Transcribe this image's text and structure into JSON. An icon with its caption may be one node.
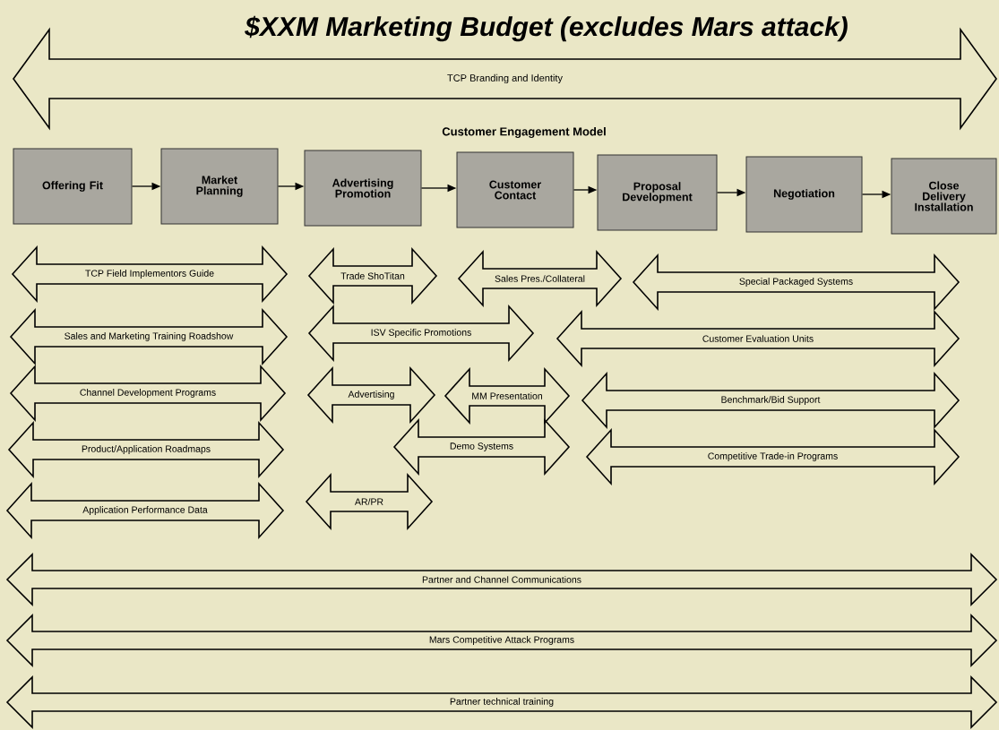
{
  "diagram": {
    "title": "$XXM Marketing Budget (excludes Mars attack)",
    "nodes": [
      {
        "text": [
          "TCP Branding and Identity"
        ]
      },
      {
        "text": [
          "Offering Fit"
        ]
      },
      {
        "text": [
          "Market Planning"
        ]
      },
      {
        "text": [
          "Advertising Promotion"
        ]
      },
      {
        "text": [
          "Customer Contact"
        ]
      },
      {
        "text": [
          "Proposal Development"
        ]
      },
      {
        "text": [
          "Negotiation"
        ]
      },
      {
        "text": [
          "Close Delivery Installation"
        ]
      },
      {
        "text": [
          "TCP Field Implementors Guide"
        ]
      },
      {
        "text": [
          "Trade ShoTitan"
        ]
      },
      {
        "text": [
          "Sales Pres./Collateral"
        ]
      },
      {
        "text": [
          "Special Packaged Systems"
        ]
      },
      {
        "text": [
          "Sales and Marketing Training Roadshow"
        ]
      },
      {
        "text": [
          "ISV Specific Promotions"
        ]
      },
      {
        "text": [
          "Customer Evaluation Units"
        ]
      },
      {
        "text": [
          "Channel Development Programs"
        ]
      },
      {
        "text": [
          "Advertising"
        ]
      },
      {
        "text": [
          "MM Presentation"
        ]
      },
      {
        "text": [
          "Benchmark/Bid Support"
        ]
      },
      {
        "text": [
          "Product/Application Roadmaps"
        ]
      },
      {
        "text": [
          "Demo Systems"
        ]
      },
      {
        "text": [
          "Competitive Trade-in Programs"
        ]
      },
      {
        "text": [
          "Application Performance Data"
        ]
      },
      {
        "text": [
          "AR/PR"
        ]
      },
      {
        "text": [
          "Partner and Channel Communications"
        ]
      },
      {
        "text": [
          "Mars Competitive Attack Programs"
        ]
      },
      {
        "text": [
          "Partner technical training"
        ]
      }
    ],
    "edges": [
      {
        "from": 1,
        "to": 2,
        "arrow": "to"
      },
      {
        "from": 2,
        "to": 3,
        "arrow": "to"
      },
      {
        "from": 3,
        "to": 4,
        "arrow": "to"
      },
      {
        "from": 4,
        "to": 5,
        "arrow": "to"
      },
      {
        "from": 5,
        "to": 6,
        "arrow": "to"
      },
      {
        "from": 6,
        "to": 7,
        "arrow": "to"
      }
    ],
    "labels": [
      "Customer Engagement Model"
    ]
  }
}
